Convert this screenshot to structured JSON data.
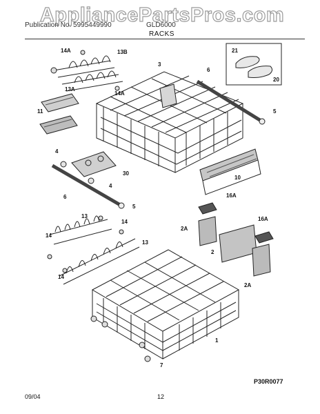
{
  "watermark": "AppliancePartsPros.com",
  "header": {
    "left": "Publication No. 5995449990",
    "center": "GLD6000",
    "section": "RACKS"
  },
  "callouts": [
    "14A",
    "13B",
    "13A",
    "14A",
    "3",
    "6",
    "21",
    "20",
    "11",
    "5",
    "4",
    "30",
    "4",
    "10",
    "6",
    "5",
    "16A",
    "13",
    "14",
    "2A",
    "13",
    "14",
    "16A",
    "2",
    "14",
    "2A",
    "1",
    "7"
  ],
  "footer": {
    "drawing_code": "P30R0077",
    "date": "09/04",
    "page": "12"
  }
}
